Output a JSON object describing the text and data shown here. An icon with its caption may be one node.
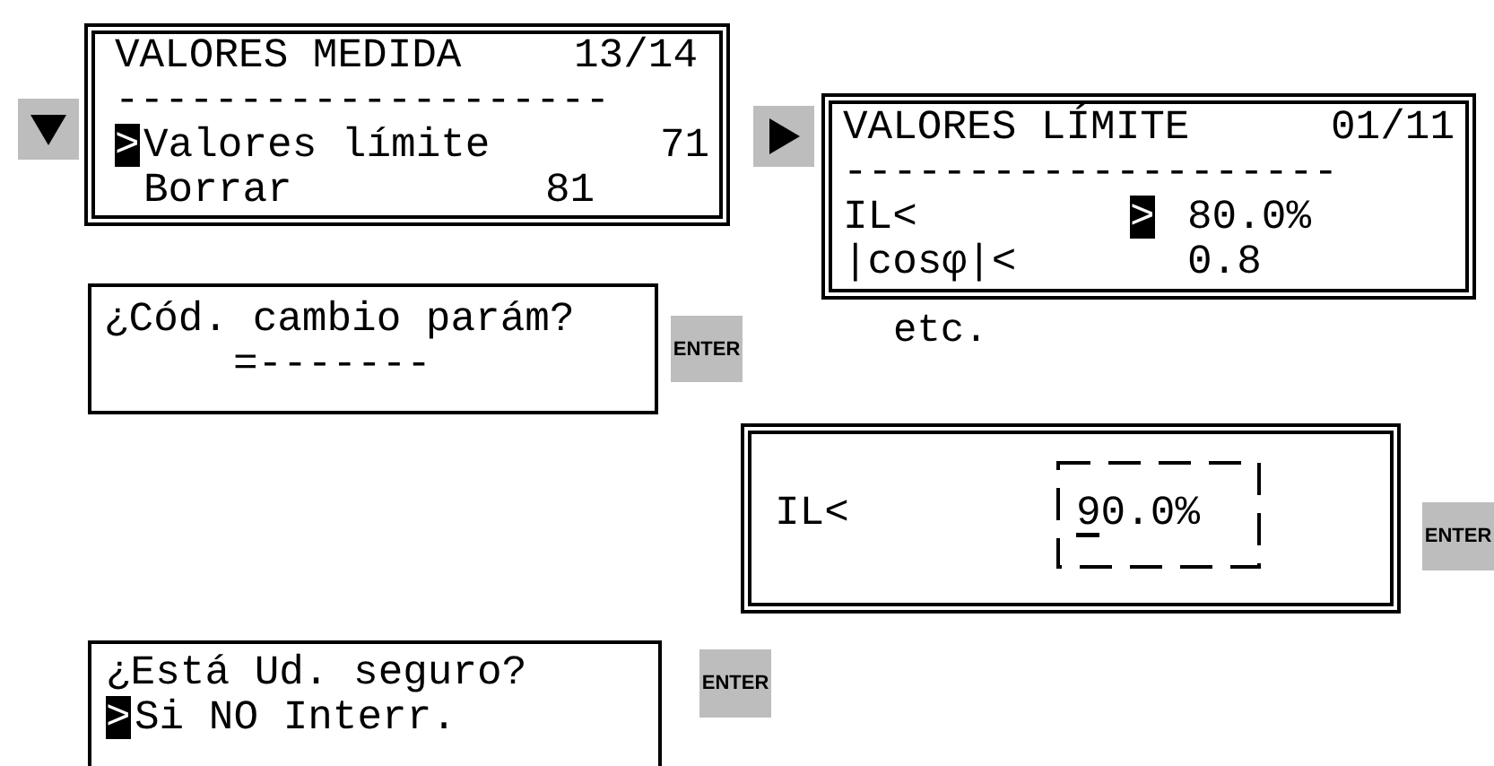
{
  "diagram": {
    "nodes": [
      {
        "text": [
          "VALORES MEDIDA",
          "13/14",
          "--------------------",
          ">",
          "Valores límite",
          "71",
          "Borrar",
          "81"
        ]
      },
      {
        "text": [
          "VALORES LÍMITE",
          "01/11",
          "--------------------",
          "IL<",
          ">",
          "80.0%",
          "|cosφ|<",
          "0.8"
        ]
      },
      {
        "text": [
          "¿Cód. cambio parám?",
          "=-------"
        ]
      },
      {
        "text": [
          "ENTER"
        ]
      },
      {
        "text": [
          "IL<",
          "90.0%"
        ]
      },
      {
        "text": [
          "ENTER"
        ]
      },
      {
        "text": [
          "¿Está Ud. seguro?",
          ">",
          "Si NO Interr."
        ]
      },
      {
        "text": [
          "ENTER"
        ]
      },
      {
        "text": [],
        "shape": "box"
      },
      {
        "text": [],
        "shape": "box"
      }
    ],
    "labels": [
      "etc."
    ]
  }
}
